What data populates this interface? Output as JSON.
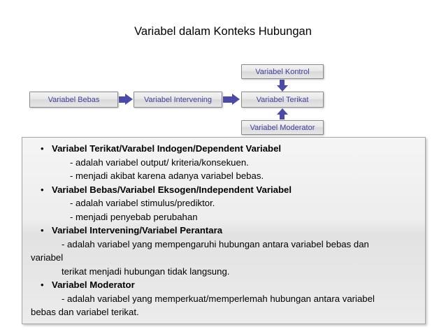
{
  "slide": {
    "title": "Variabel dalam Konteks Hubungan",
    "diagram": {
      "boxes": [
        {
          "id": "kontrol",
          "label": "Variabel Kontrol"
        },
        {
          "id": "bebas",
          "label": "Variabel Bebas"
        },
        {
          "id": "intervening",
          "label": "Variabel Intervening"
        },
        {
          "id": "terikat",
          "label": "Variabel Terikat"
        },
        {
          "id": "moderator",
          "label": "Variabel Moderator"
        }
      ],
      "connectors": [
        {
          "id": "bebas-to-intervening",
          "icon": "arrow-right-icon"
        },
        {
          "id": "intervening-to-terikat",
          "icon": "arrow-right-icon"
        },
        {
          "id": "kontrol-to-terikat",
          "icon": "arrow-down-icon"
        },
        {
          "id": "moderator-to-terikat",
          "icon": "arrow-up-icon"
        }
      ],
      "accent_color": "#4a4aa8",
      "box_text_color": "#3f3f9e"
    },
    "body": [
      {
        "bullet": "•",
        "text": "Variabel Terikat/Varabel Indogen/Dependent Variabel",
        "style": "head"
      },
      {
        "bullet": "",
        "text": "- adalah variabel output/ kriteria/konsekuen.",
        "style": "sub"
      },
      {
        "bullet": "",
        "text": "- menjadi akibat karena adanya variabel bebas.",
        "style": "sub"
      },
      {
        "bullet": "•",
        "text": "Variabel Bebas/Variabel Eksogen/Independent Variabel",
        "style": "head"
      },
      {
        "bullet": "",
        "text": "- adalah variabel stimulus/prediktor.",
        "style": "sub"
      },
      {
        "bullet": "",
        "text": "- menjadi penyebab perubahan",
        "style": "sub"
      },
      {
        "bullet": "•",
        "text": "Variabel Intervening/Variabel Perantara",
        "style": "head"
      },
      {
        "bullet": "",
        "text": "- adalah variabel yang mempengaruhi hubungan antara variabel bebas dan",
        "style": "sub2"
      },
      {
        "bullet": "",
        "text": "variabel",
        "style": "cont"
      },
      {
        "bullet": "",
        "text": "terikat menjadi hubungan tidak langsung.",
        "style": "sub2"
      },
      {
        "bullet": "•",
        "text": "Variabel Moderator",
        "style": "head"
      },
      {
        "bullet": "",
        "text": "- adalah variabel yang memperkuat/memperlemah hubungan antara variabel",
        "style": "sub2"
      },
      {
        "bullet": "",
        "text": "bebas dan variabel terikat.",
        "style": "cont"
      }
    ]
  }
}
